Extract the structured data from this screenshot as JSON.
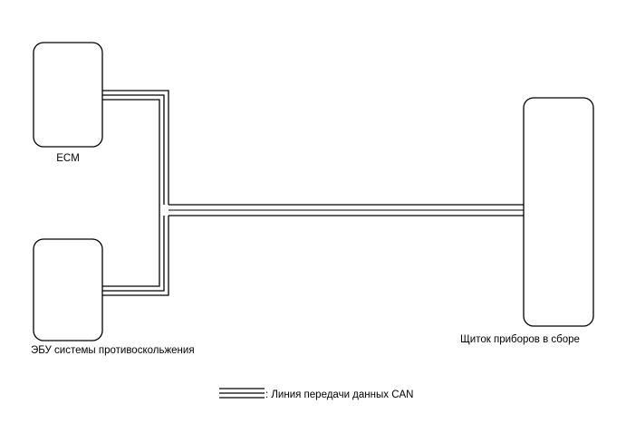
{
  "nodes": {
    "ecm": {
      "label": "ECM"
    },
    "abs_ecu": {
      "label": "ЭБУ системы противоскольжения"
    },
    "combination_meter": {
      "label": "Щиток приборов в сборе"
    }
  },
  "legend": {
    "text": ": Линия передачи данных CAN"
  },
  "colors": {
    "line": "#000000",
    "background": "#ffffff"
  }
}
